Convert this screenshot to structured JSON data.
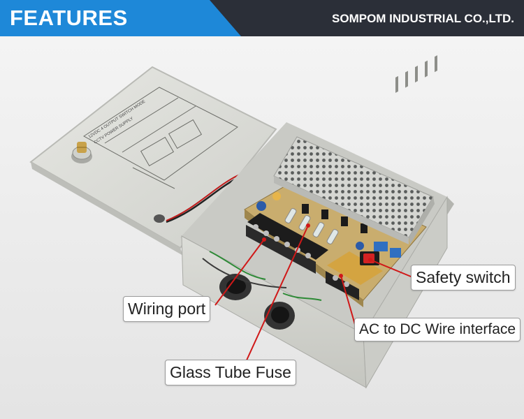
{
  "header": {
    "title": "FEATURES",
    "company": "SOMPOM INDUSTRIAL CO.,LTD."
  },
  "callouts": {
    "safety_switch": "Safety switch",
    "wiring_port": "Wiring port",
    "ac_dc_interface": "AC to DC Wire interface",
    "glass_tube_fuse": "Glass Tube Fuse"
  },
  "product": {
    "lid_label_line1": "12VDC 4 OUTPUT SWITCH MODE",
    "lid_label_line2": "CCTV POWER SUPPLY"
  },
  "colors": {
    "banner_blue": "#1e88d8",
    "banner_dark": "#2b2f38",
    "leader_line": "#d01818",
    "callout_border": "#9a9a9a",
    "pcb": "#c9ad6e",
    "enclosure": "#d8d9d4"
  }
}
